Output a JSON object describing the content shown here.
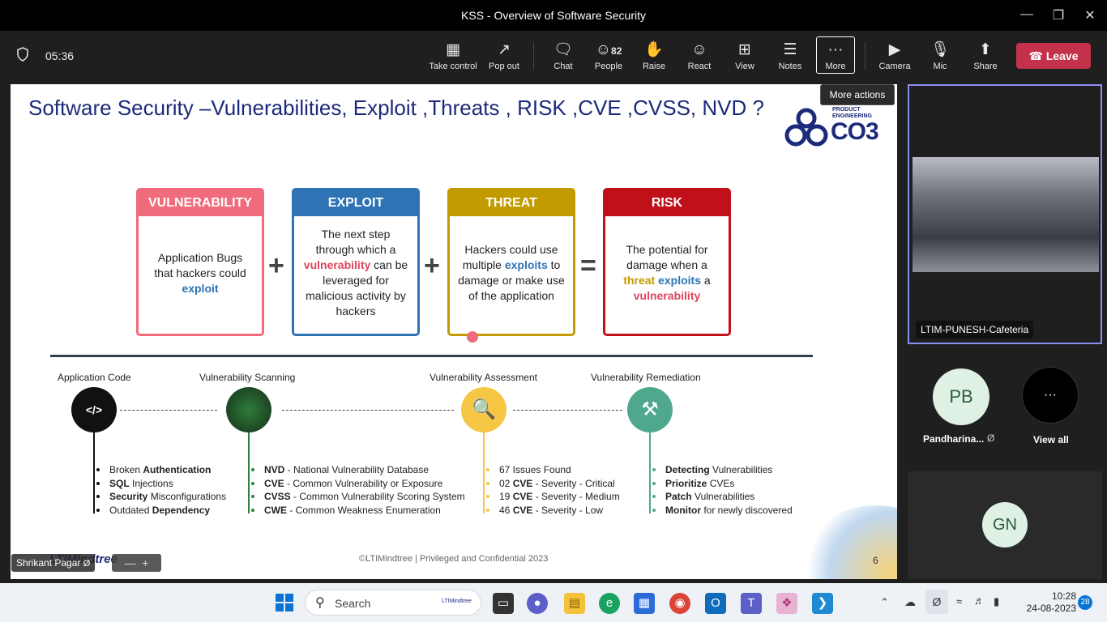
{
  "window": {
    "title": "KSS - Overview of Software Security"
  },
  "meeting": {
    "timer": "05:36",
    "toolbar": [
      {
        "label": "Take control",
        "icon": "take-control-icon"
      },
      {
        "label": "Pop out",
        "icon": "pop-out-icon"
      },
      {
        "label": "Chat",
        "icon": "chat-icon"
      },
      {
        "label": "People",
        "icon": "people-icon",
        "count": "82"
      },
      {
        "label": "Raise",
        "icon": "hand-icon"
      },
      {
        "label": "React",
        "icon": "smiley-icon"
      },
      {
        "label": "View",
        "icon": "grid-icon"
      },
      {
        "label": "Notes",
        "icon": "notes-icon"
      },
      {
        "label": "More",
        "icon": "more-icon"
      },
      {
        "label": "Camera",
        "icon": "camera-off-icon"
      },
      {
        "label": "Mic",
        "icon": "mic-off-icon"
      },
      {
        "label": "Share",
        "icon": "share-icon"
      }
    ],
    "leave_label": "Leave",
    "tooltip": "More actions"
  },
  "slide": {
    "title": "Software Security –Vulnerabilities, Exploit ,Threats , RISK ,CVE ,CVSS, NVD ?",
    "logo": {
      "line1": "PRODUCT",
      "line2": "ENGINEERING",
      "mark": "CO3"
    },
    "boxes": [
      {
        "header": "VULNERABILITY",
        "color": "#f06b7b",
        "body": [
          "Application Bugs",
          "that hackers could"
        ],
        "highlight": "exploit"
      },
      {
        "header": "EXPLOIT",
        "color": "#2e74b5",
        "body": [
          "The next step",
          "through which a"
        ],
        "highlight": "vulnerability",
        "rest": [
          "can be",
          "leveraged for",
          "malicious activity by",
          "hackers"
        ]
      },
      {
        "header": "THREAT",
        "color": "#c29b00",
        "body": [
          "Hackers could use",
          "multiple"
        ],
        "highlight": "exploits",
        "rest": [
          "to",
          "damage or make use",
          "of the application"
        ]
      },
      {
        "header": "RISK",
        "color": "#c0101a",
        "body": [
          "The potential for",
          "damage when a"
        ],
        "highlight_threat": "threat",
        "highlight": "exploits",
        "rest": [
          "a"
        ],
        "highlight2": "vulnerability"
      }
    ],
    "operators": [
      "+",
      "+",
      "="
    ],
    "stages": [
      {
        "label": "Application Code",
        "items": [
          [
            "Broken ",
            "Authentication"
          ],
          [
            "SQL",
            " Injections"
          ],
          [
            "Security",
            " Misconfigurations"
          ],
          [
            "Outdated ",
            "Dependency"
          ]
        ]
      },
      {
        "label": "Vulnerability Scanning",
        "items": [
          [
            "NVD",
            " - National Vulnerability Database"
          ],
          [
            "CVE",
            " - Common Vulnerability or Exposure"
          ],
          [
            "CVSS",
            " - Common Vulnerability Scoring System"
          ],
          [
            "CWE",
            " - Common Weakness Enumeration"
          ]
        ]
      },
      {
        "label": "Vulnerability Assessment",
        "items": [
          [
            "",
            "67 Issues Found"
          ],
          [
            "02 ",
            "CVE",
            " - Severity - Critical"
          ],
          [
            "19 ",
            "CVE",
            " - Severity - Medium"
          ],
          [
            "46 ",
            "CVE",
            " - Severity - Low"
          ]
        ]
      },
      {
        "label": "Vulnerability Remediation",
        "items": [
          [
            "Detecting",
            " Vulnerabilities"
          ],
          [
            "Prioritize",
            " CVEs"
          ],
          [
            "Patch",
            " Vulnerabilities"
          ],
          [
            "Monitor",
            " for newly discovered"
          ]
        ]
      }
    ],
    "footer": "©LTIMindtree | Privileged and Confidential 2023",
    "page_number": "6",
    "footer_logo": "LTIMindtree",
    "presenter": "Shrikant Pagar"
  },
  "gallery": {
    "room_label": "LTIM-PUNESH-Cafeteria",
    "participants": [
      {
        "initials": "PB",
        "name": "Pandharina..."
      },
      {
        "initials": "···",
        "name": "View all"
      },
      {
        "initials": "GN",
        "name": ""
      }
    ]
  },
  "taskbar": {
    "search_placeholder": "Search",
    "search_badge": "LTIMindtree",
    "time": "10:28",
    "date": "24-08-2023",
    "notification_count": "28"
  },
  "colors": {
    "leave": "#c4314b",
    "accent": "#8c8ef0",
    "title": "#1b2a7a"
  }
}
